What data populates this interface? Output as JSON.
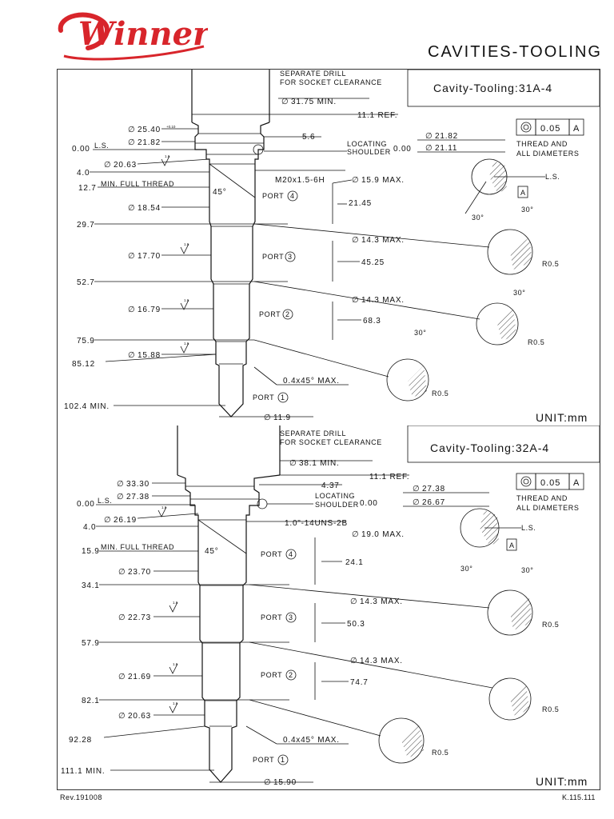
{
  "brand": {
    "name": "Winner",
    "color": "#d8252b"
  },
  "page_title": "CAVITIES-TOOLING",
  "footer": {
    "revision": "Rev.191008",
    "code": "K.115.111"
  },
  "panels": [
    {
      "title": "Cavity-Tooling:31A-4",
      "drill_note_1": "SEPARATE DRILL",
      "drill_note_2": "FOR SOCKET CLEARANCE",
      "drill_dia": "31.75 MIN.",
      "ref": "11.1 REF.",
      "shoulder_len": "5.6",
      "d_top": "25.40",
      "d_ls": "21.82",
      "ls_label": "L.S.",
      "zero": "0.00",
      "d_4": "20.63",
      "four": "4.0",
      "full_thread_depth": "12.7",
      "min_full_thread": "MIN. FULL THREAD",
      "angle45": "45°",
      "thread": "M20x1.5-6H",
      "port4_max": "15.9 MAX.",
      "port4_len": "21.45",
      "d_port4": "18.54",
      "step1": "29.7",
      "port3_max": "14.3 MAX.",
      "port3_len": "45.25",
      "d_port3": "17.70",
      "step2": "52.7",
      "port2_max": "14.3 MAX.",
      "port2_len": "68.3",
      "d_port2": "16.79",
      "step3": "75.9",
      "d_port1": "15.88",
      "bottom_depth": "85.12",
      "chamfer": "0.4x45° MAX.",
      "port1": "PORT",
      "min_depth": "102.4 MIN.",
      "tip_dia": "11.9",
      "loc_1": "LOCATING",
      "loc_2": "SHOULDER",
      "loc_val": "0.00",
      "d_ls_right": "21.82",
      "d_small_right": "21.11",
      "tolerance": "0.05",
      "datum": "A",
      "thread_all_1": "THREAD AND",
      "thread_all_2": "ALL DIAMETERS",
      "angle30": "30°",
      "r05": "R0.5",
      "unit": "UNIT:mm",
      "rough": "1.6",
      "port_numbers": [
        "4",
        "3",
        "2",
        "1"
      ]
    },
    {
      "title": "Cavity-Tooling:32A-4",
      "drill_note_1": "SEPARATE DRILL",
      "drill_note_2": "FOR SOCKET CLEARANCE",
      "drill_dia": "38.1 MIN.",
      "ref": "11.1 REF.",
      "shoulder_len": "4.37",
      "d_top": "33.30",
      "d_ls": "27.38",
      "ls_label": "L.S.",
      "zero": "0.00",
      "d_4": "26.19",
      "four": "4.0",
      "full_thread_depth": "15.9",
      "min_full_thread": "MIN. FULL THREAD",
      "angle45": "45°",
      "thread": "1.0\"-14UNS-2B",
      "port4_max": "19.0 MAX.",
      "port4_len": "24.1",
      "d_port4": "23.70",
      "step1": "34.1",
      "port3_max": "14.3 MAX.",
      "port3_len": "50.3",
      "d_port3": "22.73",
      "step2": "57.9",
      "port2_max": "14.3 MAX.",
      "port2_len": "74.7",
      "d_port2": "21.69",
      "step3": "82.1",
      "d_port1": "20.63",
      "bottom_depth": "92.28",
      "chamfer": "0.4x45° MAX.",
      "port1": "PORT",
      "min_depth": "111.1 MIN.",
      "tip_dia": "15.90",
      "loc_1": "LOCATING",
      "loc_2": "SHOULDER",
      "loc_val": "0.00",
      "d_ls_right": "27.38",
      "d_small_right": "26.67",
      "tolerance": "0.05",
      "datum": "A",
      "thread_all_1": "THREAD AND",
      "thread_all_2": "ALL DIAMETERS",
      "angle30": "30°",
      "r05": "R0.5",
      "unit": "UNIT:mm",
      "rough": "1.6",
      "port_numbers": [
        "4",
        "3",
        "2",
        "1"
      ]
    }
  ]
}
